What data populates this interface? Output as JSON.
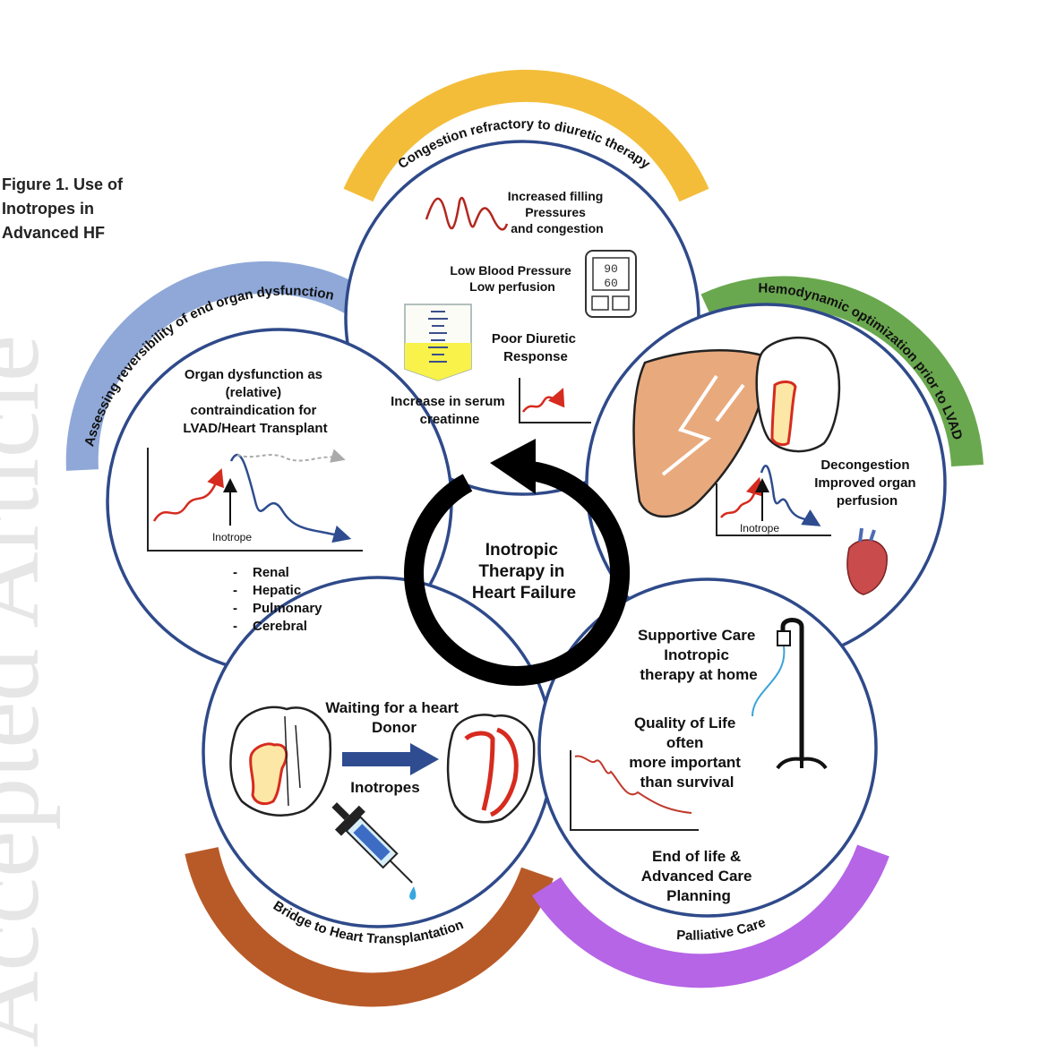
{
  "figure_caption": [
    "Figure 1. Use of",
    "Inotropes in",
    "Advanced HF"
  ],
  "watermark": "Accepted Article",
  "center": {
    "lines": [
      "Inotropic",
      "Therapy in",
      "Heart Failure"
    ]
  },
  "colors": {
    "circle_stroke": "#2f4a8a",
    "congestion_band": "#f3bd3a",
    "hemodynamic_band": "#6aa84f",
    "palliative_band": "#b565e6",
    "bridge_band": "#b85a28",
    "assessing_band": "#8fa8d8",
    "heart_red": "#d62b1f",
    "liver": "#e8a97d",
    "arrow_blue": "#2e4c8f",
    "center_arrow": "#000000"
  },
  "sections": {
    "congestion": {
      "banner": "Congestion refractory to diuretic therapy",
      "items": {
        "filling": [
          "Increased filling",
          "Pressures",
          "and congestion"
        ],
        "bp": [
          "Low Blood Pressure",
          "Low perfusion"
        ],
        "bp_monitor": [
          "90",
          "60"
        ],
        "diuretic": [
          "Poor Diuretic",
          "Response"
        ],
        "creatinine": [
          "Increase in serum",
          "creatinne"
        ]
      }
    },
    "hemodynamic": {
      "banner": "Hemodynamic optimization prior to LVAD",
      "text": [
        "Decongestion",
        "Improved organ",
        "perfusion"
      ],
      "graph_label": "Inotrope"
    },
    "palliative": {
      "banner": "Palliative Care",
      "support": [
        "Supportive Care",
        "Inotropic",
        "therapy at home"
      ],
      "quality": [
        "Quality of Life",
        "often",
        "more important",
        "than survival"
      ],
      "end": [
        "End of life &",
        "Advanced Care",
        "Planning"
      ]
    },
    "bridge": {
      "banner": "Bridge to Heart Transplantation",
      "waiting": [
        "Waiting for a  heart",
        "Donor"
      ],
      "inotropes": "Inotropes"
    },
    "assessing": {
      "banner": "Assessing reversibility of end organ dysfunction",
      "text": [
        "Organ dysfunction as",
        "(relative)",
        "contraindication for",
        "LVAD/Heart Transplant"
      ],
      "graph_label": "Inotrope",
      "organs": [
        "Renal",
        "Hepatic",
        "Pulmonary",
        "Cerebral"
      ],
      "bullet": "-"
    }
  }
}
